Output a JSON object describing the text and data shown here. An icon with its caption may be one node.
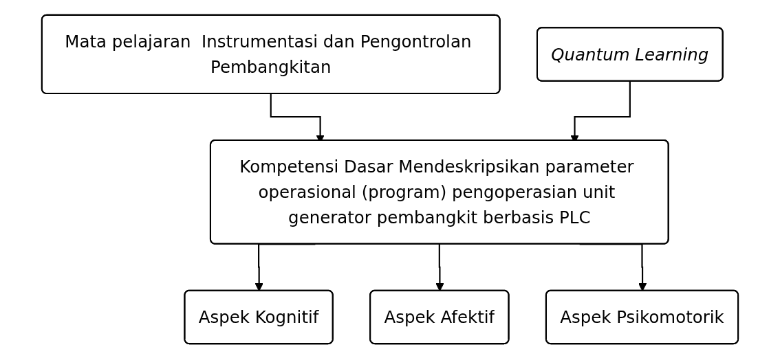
{
  "diagram": {
    "nodes": [
      {
        "text": [
          "Mata pelajaran  Instrumentasi dan Pengontrolan Pembangkitan"
        ]
      },
      {
        "text": [
          "Kompetensi Dasar Mendeskripsikan parameter operasional (program) pengoperasian unit generator pembangkit berbasis PLC"
        ]
      },
      {
        "text": [
          "Quantum Learning"
        ]
      },
      {
        "text": [
          "Aspek Kognitif"
        ]
      },
      {
        "text": [
          "Aspek Afektif"
        ]
      },
      {
        "text": [
          "Aspek Psikomotorik"
        ]
      }
    ],
    "edges": [
      {
        "from": 0,
        "to": 1,
        "arrow": "to"
      },
      {
        "from": 2,
        "to": 1,
        "arrow": "to"
      },
      {
        "from": 1,
        "to": 3,
        "arrow": "to"
      },
      {
        "from": 1,
        "to": 4,
        "arrow": "to"
      },
      {
        "from": 1,
        "to": 5,
        "arrow": "to"
      }
    ]
  }
}
